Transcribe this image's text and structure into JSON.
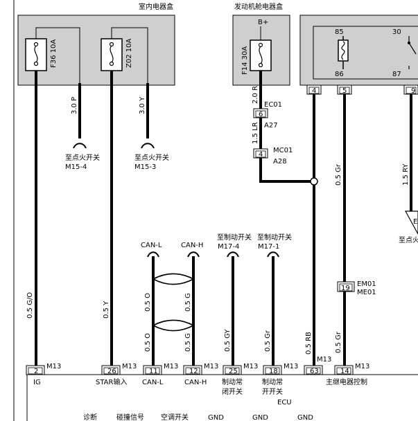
{
  "boxes": {
    "interior_title": "室内电器盒",
    "engine_title": "发动机舱电器盒",
    "b_plus": "B+"
  },
  "fuses": {
    "f36": "F36 10A",
    "z02": "Z02 10A",
    "f14": "F14 30A"
  },
  "relay": {
    "pin85": "85",
    "pin30": "30",
    "pin86": "86",
    "pin87": "87"
  },
  "engine_box_pins": [
    "4",
    "5",
    "9"
  ],
  "wires": {
    "w1": "0.5 G/O",
    "w2": "3.0 P",
    "w3": "3.0 Y",
    "w4": "0.5 Y",
    "w5": "2.0 R",
    "w6": "1.5 LR",
    "w7": "0.5 Gr",
    "w8": "1.5 RY",
    "w9": "0.5 O",
    "w10": "0.5 G",
    "w11": "0.5 O",
    "w12": "0.5 G",
    "w13": "0.5 GY",
    "w14": "0.5 Gr",
    "w15": "0.5 RB",
    "w16": "0.5 Gr"
  },
  "connectors": {
    "ec01": "EC01",
    "ec01_pin": "6",
    "a27": "A27",
    "mc01": "MC01",
    "mc01_pin": "4",
    "a28": "A28",
    "em01": "EM01",
    "me01": "ME01",
    "em_pin": "19"
  },
  "destinations": {
    "ign1": "至点火开关",
    "ign1_pin": "M15-4",
    "ign2": "至点火开关",
    "ign2_pin": "M15-3",
    "ign3": "至点火",
    "brake1": "至制动开关",
    "brake1_pin": "M17-4",
    "brake2": "至制动开关",
    "brake2_pin": "M17-1"
  },
  "can": {
    "canl": "CAN-L",
    "canh": "CAN-H"
  },
  "ecu": {
    "name": "ECU",
    "connector": "M13",
    "pins": [
      {
        "num": "2",
        "label": "IG",
        "label2": ""
      },
      {
        "num": "26",
        "label": "STAR输入",
        "label2": ""
      },
      {
        "num": "11",
        "label": "CAN-L",
        "label2": ""
      },
      {
        "num": "12",
        "label": "CAN-H",
        "label2": ""
      },
      {
        "num": "25",
        "label": "制动常",
        "label2": "闭开关"
      },
      {
        "num": "18",
        "label": "制动常",
        "label2": "开开关"
      },
      {
        "num": "63",
        "label": "",
        "label2": ""
      },
      {
        "num": "14",
        "label": "主继电器控制",
        "label2": ""
      }
    ],
    "bottom_labels": [
      "诊断",
      "碰撞信号",
      "空调开关",
      "GND",
      "GND",
      "GND"
    ]
  }
}
